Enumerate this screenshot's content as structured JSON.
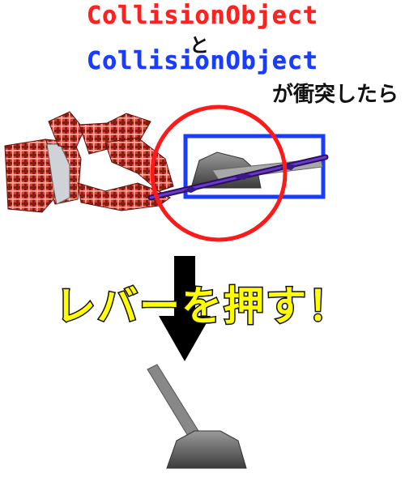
{
  "title_line_1": "CollisionObject",
  "title_connector": "と",
  "title_line_2": "CollisionObject",
  "collision_caption": "が衝突したら",
  "action_caption": "レバーを押す！",
  "colors": {
    "object_a": "#ff2020",
    "object_b": "#1a3cff",
    "caption_highlight": "#ffff00",
    "arrow": "#000000",
    "lever": "#555555"
  },
  "icons": [
    "plaid-arm",
    "red-circle-highlight",
    "blue-bounding-box",
    "purple-stick",
    "lever-base",
    "lever-handle",
    "down-arrow"
  ]
}
